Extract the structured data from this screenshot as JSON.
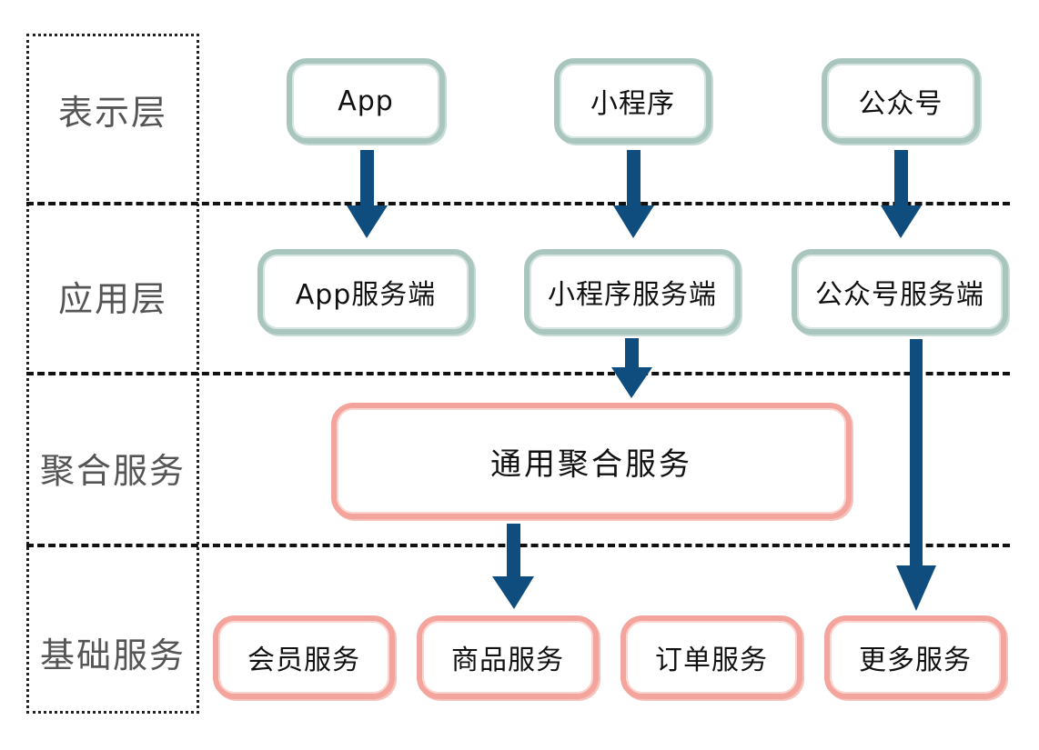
{
  "layers": {
    "presentation": "表示层",
    "application": "应用层",
    "aggregation": "聚合服务",
    "basic": "基础服务"
  },
  "presentation_nodes": {
    "app": "App",
    "mini_program": "小程序",
    "official_account": "公众号"
  },
  "application_nodes": {
    "app_server": "App服务端",
    "mini_program_server": "小程序服务端",
    "official_account_server": "公众号服务端"
  },
  "aggregation_nodes": {
    "general": "通用聚合服务"
  },
  "basic_nodes": {
    "member": "会员服务",
    "product": "商品服务",
    "order": "订单服务",
    "more": "更多服务"
  },
  "colors": {
    "teal_border": "#a9c6be",
    "pink_border": "#f3a49c",
    "arrow": "#0f4d7e"
  }
}
